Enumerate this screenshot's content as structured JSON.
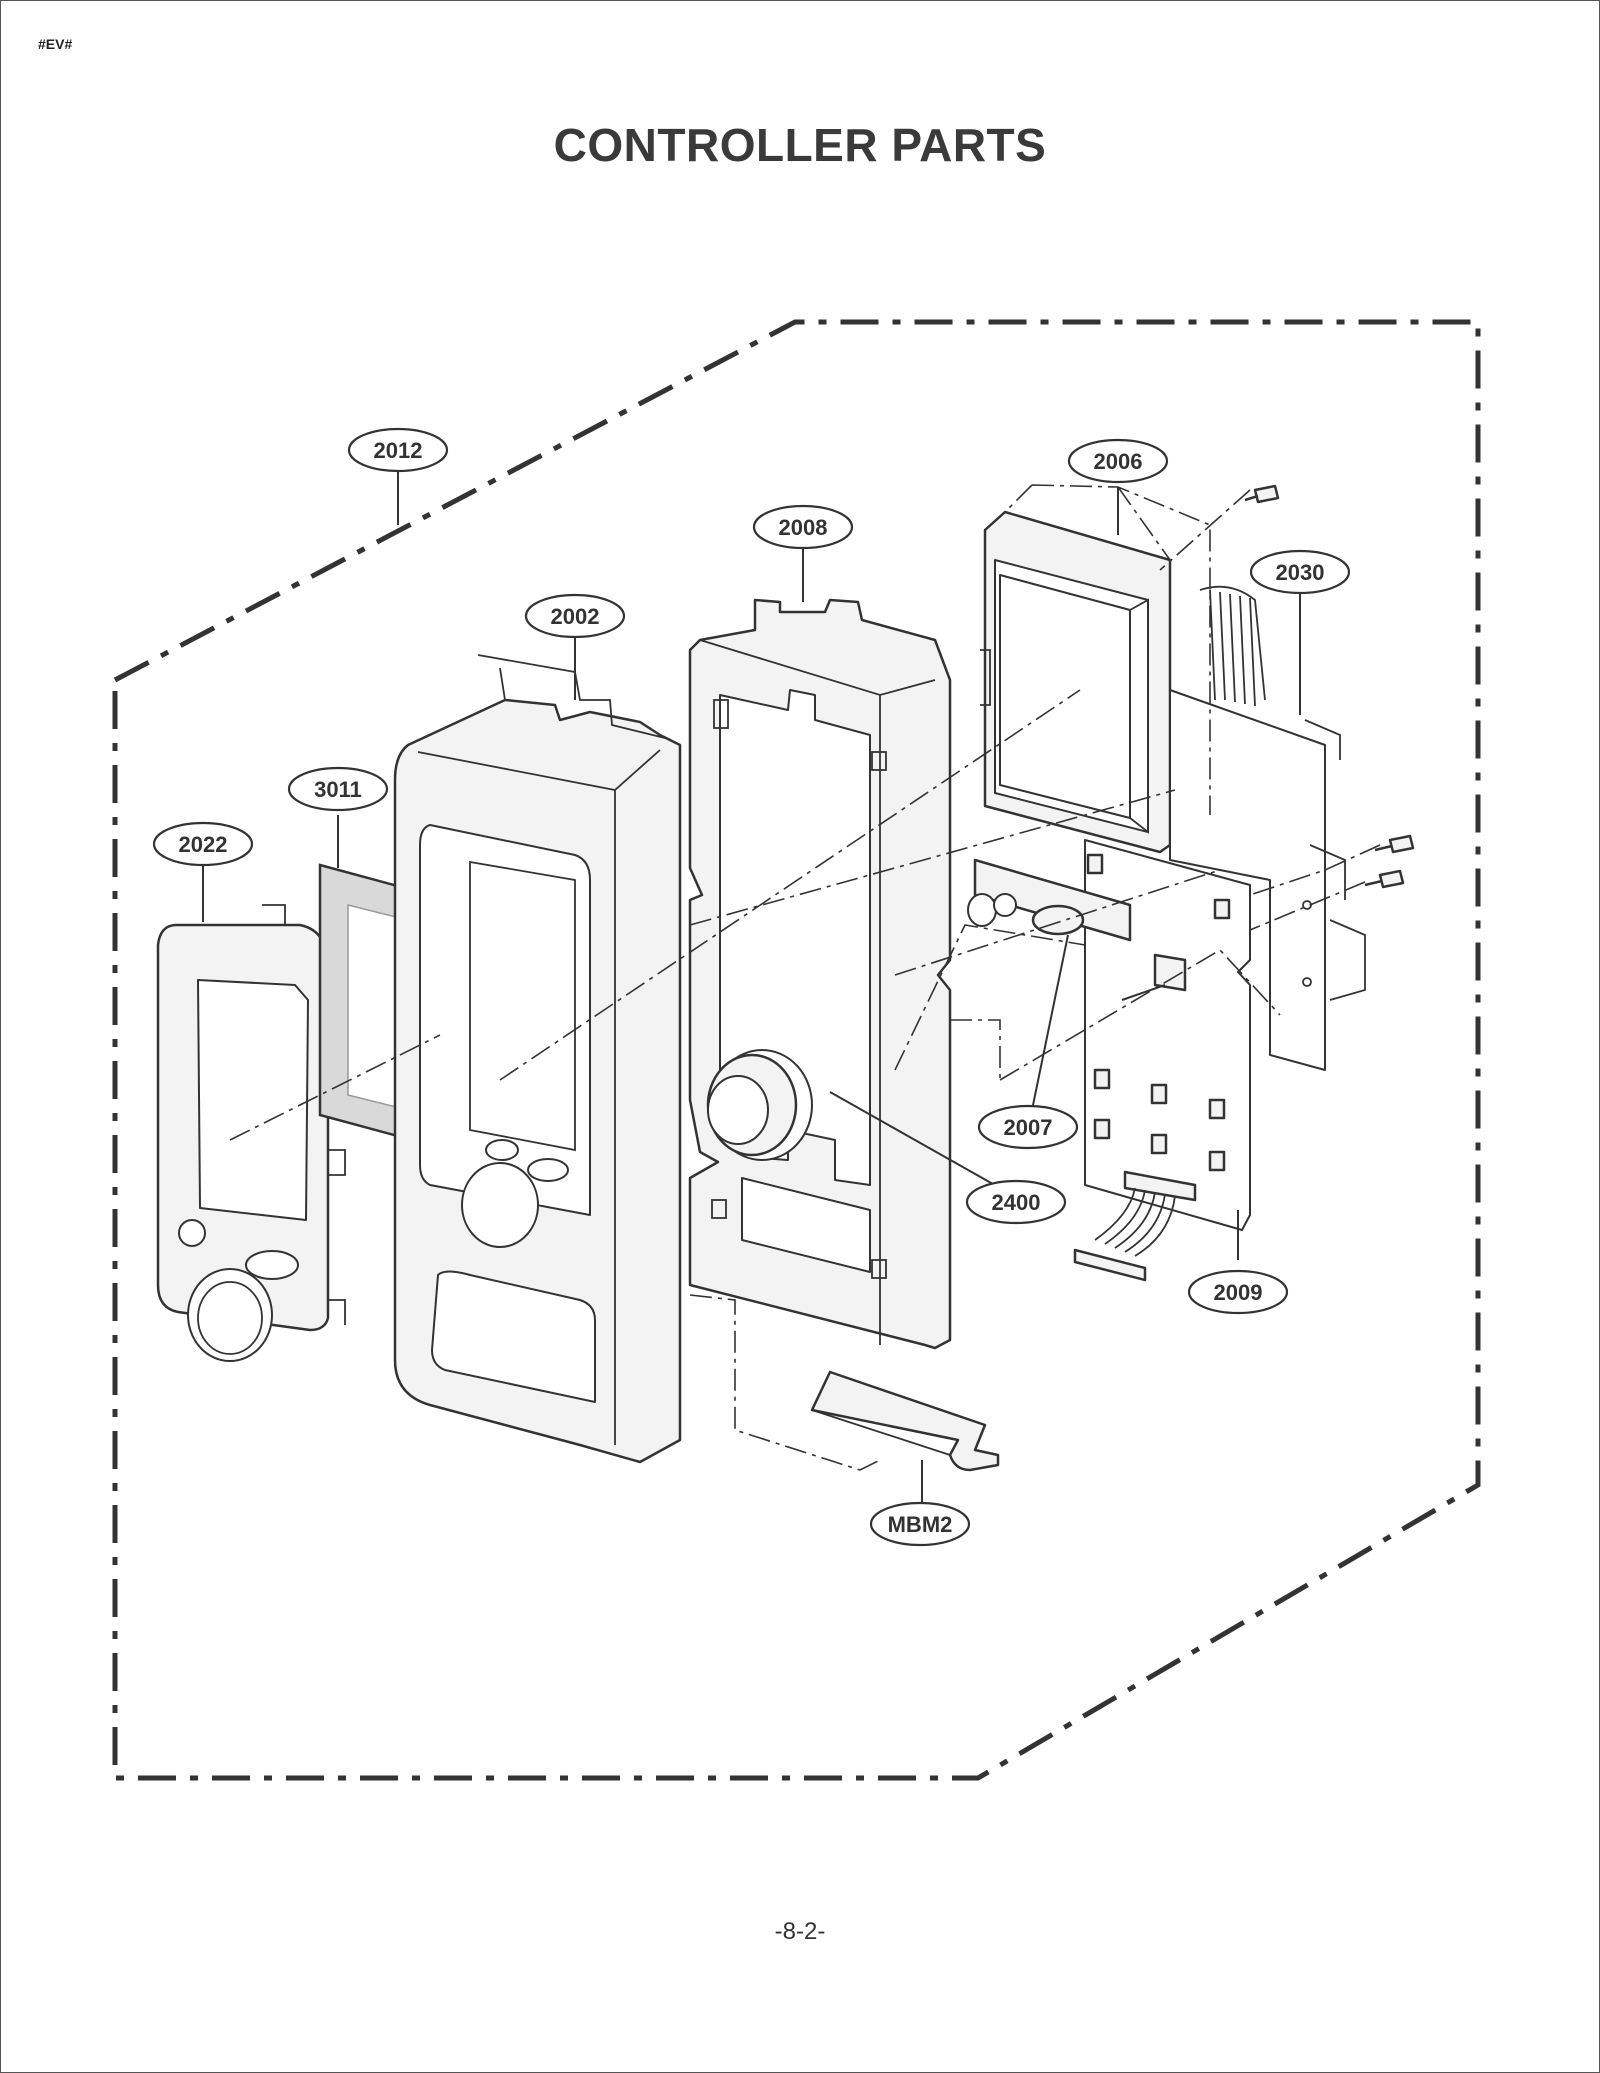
{
  "doc_code": "#EV#",
  "title": "CONTROLLER PARTS",
  "page_number": "-8-2-",
  "callouts": {
    "c2012": "2012",
    "c2006": "2006",
    "c2008": "2008",
    "c2030": "2030",
    "c2002": "2002",
    "c3011": "3011",
    "c2022": "2022",
    "c2007": "2007",
    "c2400": "2400",
    "c2009": "2009",
    "cMBM2": "MBM2"
  }
}
